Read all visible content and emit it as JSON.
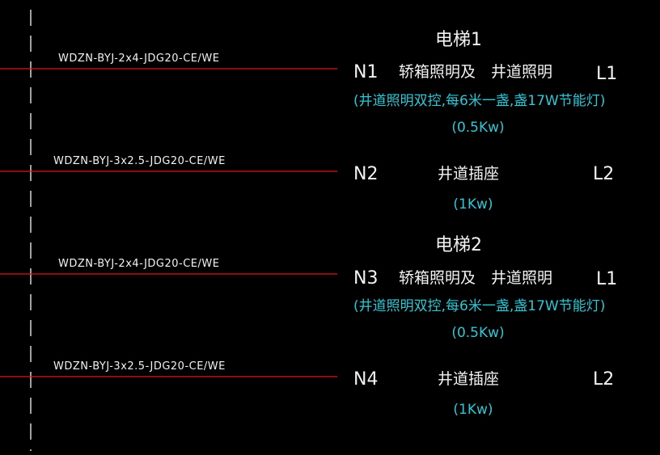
{
  "colors": {
    "background": "#000000",
    "circuit_line": "#e01818",
    "dash_line": "#e6e6e6",
    "text_white": "#f2f2f2",
    "text_cyan": "#2fc7d6"
  },
  "circuits": [
    {
      "cable": "WDZN-BYJ-2x4-JDG20-CE/WE",
      "node": "N1",
      "title": "电梯1",
      "name_left": "轿箱照明及",
      "name_right": "井道照明",
      "note": "(井道照明双控,每6米一盏,盏17W节能灯)",
      "power": "(0.5Kw)",
      "phase": "L1"
    },
    {
      "cable": "WDZN-BYJ-3x2.5-JDG20-CE/WE",
      "node": "N2",
      "name": "井道插座",
      "power": "(1Kw)",
      "phase": "L2"
    },
    {
      "cable": "WDZN-BYJ-2x4-JDG20-CE/WE",
      "node": "N3",
      "title": "电梯2",
      "name_left": "轿箱照明及",
      "name_right": "井道照明",
      "note": "(井道照明双控,每6米一盏,盏17W节能灯)",
      "power": "(0.5Kw)",
      "phase": "L1"
    },
    {
      "cable": "WDZN-BYJ-3x2.5-JDG20-CE/WE",
      "node": "N4",
      "name": "井道插座",
      "power": "(1Kw)",
      "phase": "L2"
    }
  ]
}
